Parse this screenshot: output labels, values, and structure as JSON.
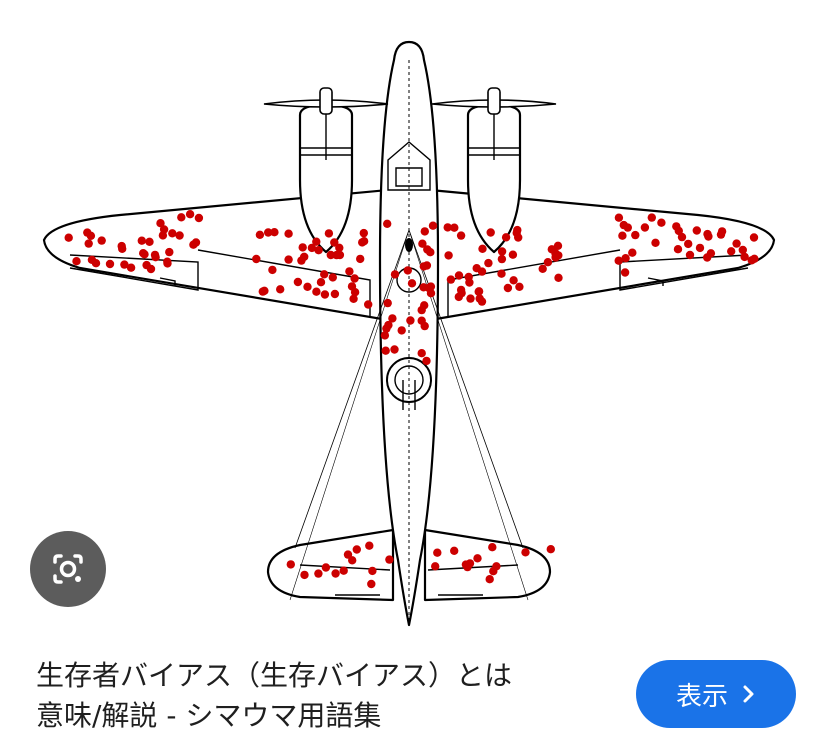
{
  "image": {
    "icon": "survivorship-bias-plane",
    "hit_color": "#cc0000",
    "line_color": "#000000"
  },
  "lens": {
    "icon": "google-lens-icon"
  },
  "caption": {
    "line1": "生存者バイアス（生存バイアス）とは",
    "line2": "意味/解説 - シマウマ用語集"
  },
  "action": {
    "label": "表示",
    "icon": "chevron-right-icon",
    "color": "#1a73e8"
  }
}
